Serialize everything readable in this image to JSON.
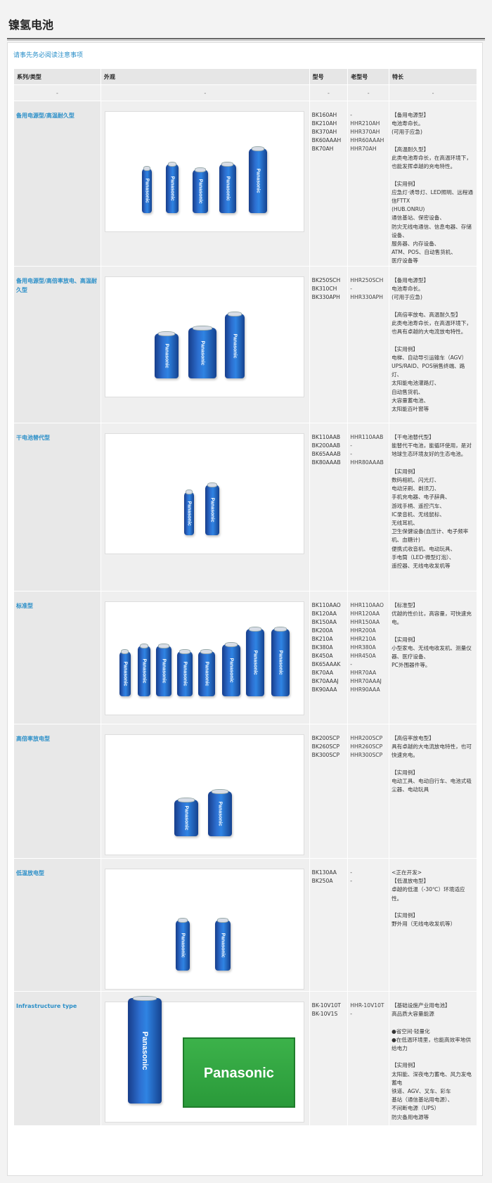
{
  "page": {
    "title": "镍氢电池",
    "notice": "请事先务必阅读注意事项"
  },
  "table": {
    "headers": [
      "系列/类型",
      "外观",
      "型号",
      "老型号",
      "特长"
    ],
    "subrow": [
      "-",
      "-",
      "-",
      "-",
      "-"
    ],
    "brand_text": "Panasonic",
    "rows": [
      {
        "series": "备用电源型/高温耐久型",
        "models": "BK160AH\nBK210AH\nBK370AH\nBK60AAAH\nBK70AH",
        "old_models": "-\nHHR210AH\nHHR370AH\nHHR60AAAH\nHHR70AH",
        "features": "【备用电源型】\n电池寿命长。\n(可用于应急)\n\n【高温耐久型】\n此类电池寿命长，在高温环境下，也能发挥卓越的充电特性。\n\n【实用例】\n应急灯·诱导灯、LED照明、远程通信FTTX\n(HUB.ONRU)\n通信基站、保密设备、\n防灾无线电通信、信息电器、存储设备、\n服务器、内存设备、\nATM、POS、自动售货机、\n医疗设备等"
      },
      {
        "series": "备用电源型/高倍率放电、高温耐久型",
        "models": "BK250SCH\nBK310CH\nBK330APH",
        "old_models": "HHR250SCH\n-\nHHR330APH",
        "features": "【备用电源型】\n电池寿命长。\n(可用于应急)\n\n【高倍率放电、高温耐久型】\n此类电池寿命长，在高温环境下，也具有卓越的大电流放电特性。\n\n【实用例】\n电梯、自动导引运输车（AGV）\nUPS/RAID、POS销售终端、路灯、\n太阳能电池灌路灯、\n自动售货机、\n大容量蓄电池、\n太阳能百叶窗等"
      },
      {
        "series": "干电池替代型",
        "models": "BK110AAB\nBK200AAB\nBK65AAAB\nBK80AAAB",
        "old_models": "HHR110AAB\n-\n-\nHHR80AAAB",
        "features": "【干电池替代型】\n能替代干电池，能循环使用，是对地球生态环境友好的生态电池。\n\n【实用例】\n数码相机、闪光灯、\n电动牙刷、剃须刀、\n手机充电器、电子辞典、\n游戏手柄、遥控汽车、\nIC录音机、无线鼠标、\n无线耳机、\n卫生保健设备(血压计、电子频率机、血糖计)\n便携式收音机、电动玩具、\n手电筒（LED·微型灯泡）、\n遥控器、无线电收发机等"
      },
      {
        "series": "标准型",
        "models": "BK110AAO\nBK120AA\nBK150AA\nBK200A\nBK210A\nBK380A\nBK450A\nBK65AAAK\nBK70AA\nBK70AAAJ\nBK90AAA",
        "old_models": "HHR110AAO\nHHR120AA\nHHR150AA\nHHR200A\nHHR210A\nHHR380A\nHHR450A\n-\nHHR70AA\nHHR70AAAJ\nHHR90AAA",
        "features": "【标准型】\n优越的性价比，高容量，可快速充电。\n\n【实用例】\n小型家电、无线电收发机、测量仪器、医疗设备、\nPC外围器件等。"
      },
      {
        "series": "高倍率放电型",
        "models": "BK200SCP\nBK260SCP\nBK300SCP",
        "old_models": "HHR200SCP\nHHR260SCP\nHHR300SCP",
        "features": "【高倍率放电型】\n具有卓越的大电流放电特性，也可快速充电。\n\n【实用例】\n电动工具、电动自行车、电池式吸尘器、电动玩具"
      },
      {
        "series": "低温放电型",
        "models": "BK130AA\nBK250A",
        "old_models": "-\n-",
        "features": "<正在开发>\n【低温放电型】\n卓越的低温（-30℃）环境适应性。\n\n【实用例】\n野外用（无线电收发机等）"
      },
      {
        "series": "Infrastructure type",
        "models": "BK-10V10T\nBK-10V1S",
        "old_models": "HHR-10V10T\n-",
        "features": "【基础设施产业用电池】\n高品质大容量能源\n\n●省空间·轻量化\n●在低温环境里，也能高效率地供给电力\n\n【实用例】\n太阳能、深夜电力蓄电、风力发电蓄电\n铁道、AGV、叉车、彩车\n基站（通信基站用电源）、\n不间断电源（UPS）\n防灾备用电源等"
      }
    ]
  },
  "colors": {
    "link": "#2b8fc8",
    "battery_blue": "#2d6fd0",
    "green_box": "#3cb24a"
  }
}
